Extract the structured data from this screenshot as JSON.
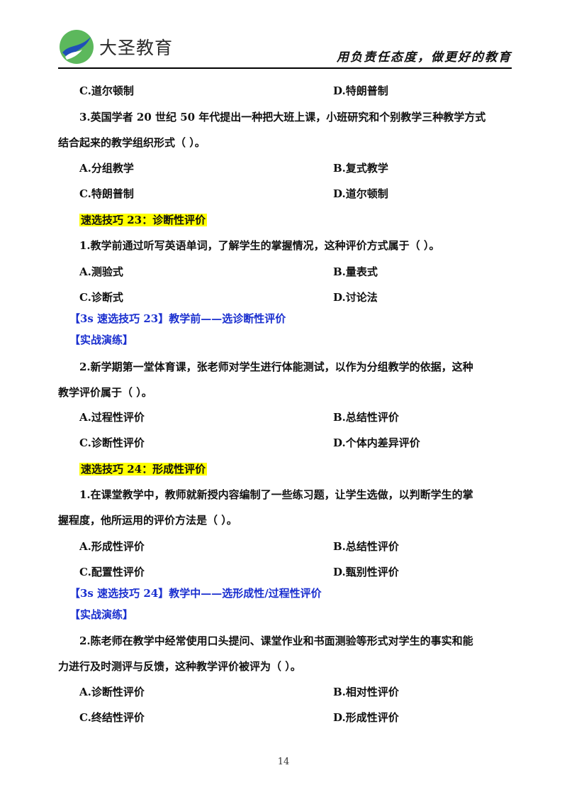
{
  "header": {
    "brand": "大圣教育",
    "slogan": "用负责任态度，做更好的教育",
    "logo_icon": "swallow-logo-icon",
    "colors": {
      "logo_green": "#4caf50",
      "logo_blue": "#1f4fb8"
    }
  },
  "q2_prev": {
    "c": "C.道尔顿制",
    "d": "D.特朗普制"
  },
  "q3": {
    "line1": "3.英国学者 20 世纪 50 年代提出一种把大班上课，小班研究和个别教学三种教学方式",
    "line2": "结合起来的教学组织形式（    ）。",
    "a": "A.分组教学",
    "b": "B.复式教学",
    "c": "C.特朗普制",
    "d": "D.道尔顿制"
  },
  "skill23": {
    "title": "速选技巧 23：诊断性评价",
    "q1": "1.教学前通过听写英语单词，了解学生的掌握情况，这种评价方式属于（    ）。",
    "a": "A.测验式",
    "b": "B.量表式",
    "c": "C.诊断式",
    "d": "D.讨论法",
    "tip": "【3s 速选技巧 23】教学前——选诊断性评价",
    "practice": "【实战演练】",
    "q2_line1": "2.新学期第一堂体育课，张老师对学生进行体能测试，以作为分组教学的依据，这种",
    "q2_line2": "教学评价属于（    ）。",
    "q2a": "A.过程性评价",
    "q2b": "B.总结性评价",
    "q2c": "C.诊断性评价",
    "q2d": "D.个体内差异评价"
  },
  "skill24": {
    "title": "速选技巧 24：形成性评价",
    "q1_line1": "1.在课堂教学中，教师就新授内容编制了一些练习题，让学生选做，以判断学生的掌",
    "q1_line2": "握程度，他所运用的评价方法是（    ）。",
    "a": "A.形成性评价",
    "b": "B.总结性评价",
    "c": "C.配置性评价",
    "d": "D.甄别性评价",
    "tip": "【3s 速选技巧 24】教学中——选形成性/过程性评价",
    "practice": "【实战演练】",
    "q2_line1": "2.陈老师在教学中经常使用口头提问、课堂作业和书面测验等形式对学生的事实和能",
    "q2_line2": "力进行及时测评与反馈，这种教学评价被评为（    ）。",
    "q2a": "A.诊断性评价",
    "q2b": "B.相对性评价",
    "q2c": "C.终结性评价",
    "q2d": "D.形成性评价"
  },
  "footer": {
    "page_number": "14"
  }
}
